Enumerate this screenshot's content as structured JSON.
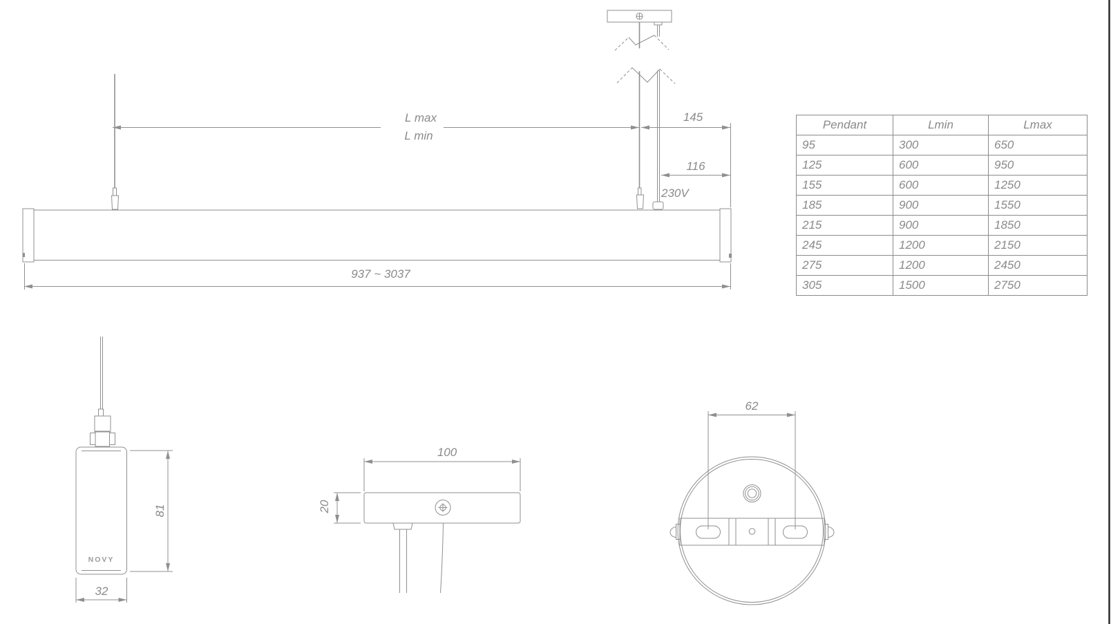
{
  "colors": {
    "line": "#8f8f8f",
    "text": "#8a8a8a",
    "table_border": "#8a8a8a",
    "brand_text": "#9a9a9a",
    "page_edge": "#2b2b2b"
  },
  "suspension_view": {
    "l_max_label": "L max",
    "l_min_label": "L min",
    "wire_offset": "145",
    "cable_offset": "116",
    "voltage": "230V",
    "length_range": "937 ~ 3037"
  },
  "profile_view": {
    "body_height": "81",
    "body_width": "32",
    "brand": "NOVY"
  },
  "canopy_side_view": {
    "canopy_width": "100",
    "canopy_height": "20"
  },
  "canopy_plan_view": {
    "hole_spacing": "62"
  },
  "pendant_table": {
    "headers": [
      "Pendant",
      "Lmin",
      "Lmax"
    ],
    "rows": [
      [
        "95",
        "300",
        "650"
      ],
      [
        "125",
        "600",
        "950"
      ],
      [
        "155",
        "600",
        "1250"
      ],
      [
        "185",
        "900",
        "1550"
      ],
      [
        "215",
        "900",
        "1850"
      ],
      [
        "245",
        "1200",
        "2150"
      ],
      [
        "275",
        "1200",
        "2450"
      ],
      [
        "305",
        "1500",
        "2750"
      ]
    ]
  }
}
